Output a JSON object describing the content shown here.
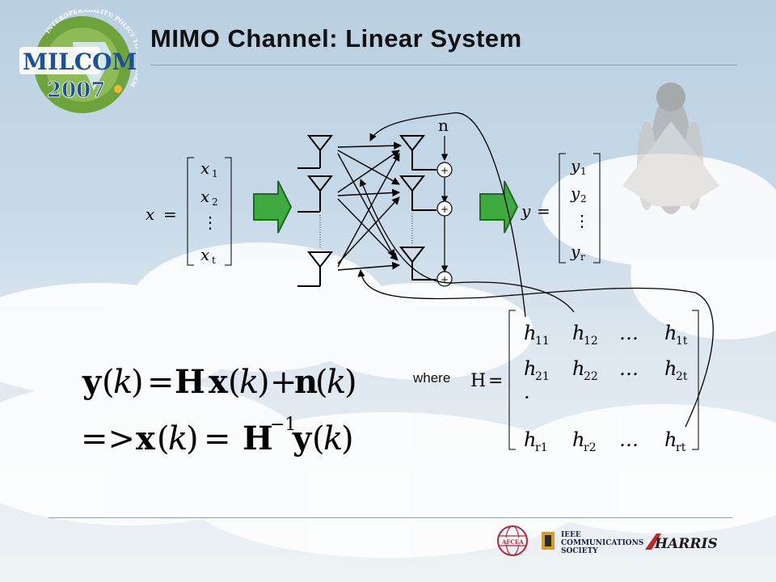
{
  "slide": {
    "title": "MIMO Channel: Linear System",
    "where_label": "where"
  },
  "conference_logo": {
    "name": "MILCOM",
    "year": "2007",
    "motto": "INTEROPERABILITY: POLICY TO PERFORMANCE",
    "color": "#6ea23a"
  },
  "diagram": {
    "noise_label": "n",
    "adder_symbol": "+",
    "arrow_color": "#3faa3f",
    "x_vector": {
      "lhs": "x",
      "equals": "=",
      "entries": [
        "x",
        "x",
        "x"
      ],
      "subscripts": [
        "1",
        "2",
        "t"
      ],
      "dots": "⋮"
    },
    "y_vector": {
      "lhs": "y",
      "equals": "=",
      "entries": [
        "y",
        "y",
        "y"
      ],
      "subscripts": [
        "1",
        "2",
        "r"
      ],
      "dots": "⋮"
    }
  },
  "equations": {
    "line1": {
      "y": "y",
      "k": "k",
      "eq": "=",
      "H": "H",
      "x": "x",
      "plus": "+",
      "n": "n",
      "open": "(",
      "close": ")"
    },
    "line2": {
      "implies": "=>",
      "x": "x",
      "k": "k",
      "eq": "=",
      "H": "H",
      "inv": "−1",
      "y": "y",
      "open": "(",
      "close": ")"
    }
  },
  "matrix_H": {
    "lhs": "H",
    "equals": "=",
    "rows": [
      [
        {
          "b": "h",
          "s": "11"
        },
        {
          "b": "h",
          "s": "12"
        },
        {
          "b": "…",
          "s": ""
        },
        {
          "b": "h",
          "s": "1t"
        }
      ],
      [
        {
          "b": "h",
          "s": "21"
        },
        {
          "b": "h",
          "s": "22"
        },
        {
          "b": "…",
          "s": ""
        },
        {
          "b": "h",
          "s": "2t"
        }
      ],
      [
        {
          "b": "·",
          "s": ""
        },
        {
          "b": "",
          "s": ""
        },
        {
          "b": "",
          "s": ""
        },
        {
          "b": "",
          "s": ""
        }
      ],
      [
        {
          "b": "h",
          "s": "r1"
        },
        {
          "b": "h",
          "s": "r2"
        },
        {
          "b": "…",
          "s": ""
        },
        {
          "b": "h",
          "s": "rt"
        }
      ]
    ]
  },
  "sponsors": {
    "afcea": "AFCEA",
    "ieee_line1": "IEEE",
    "ieee_line2": "COMMUNICATIONS",
    "ieee_line3": "SOCIETY",
    "harris": "HARRIS"
  }
}
